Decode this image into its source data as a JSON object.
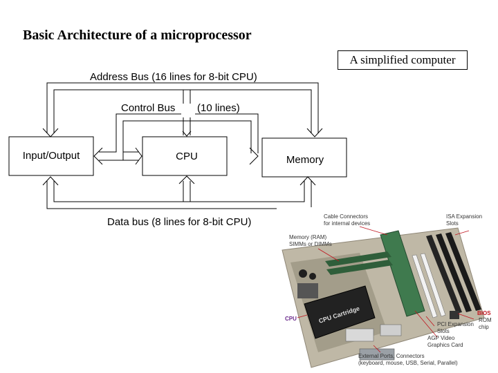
{
  "title": "Basic Architecture of a microprocessor",
  "caption": "A simplified computer",
  "diagram": {
    "address_bus": "Address Bus (16 lines for 8-bit CPU)",
    "control_bus": "Control Bus",
    "control_lines": "(10 lines)",
    "data_bus": "Data bus (8 lines for 8-bit CPU)",
    "io_block": "Input/Output",
    "cpu_block": "CPU",
    "memory_block": "Memory"
  },
  "photo": {
    "callouts": {
      "cable_connectors": [
        "Cable Connectors",
        "for internal devices"
      ],
      "isa_slots": [
        "ISA Expansion",
        "Slots"
      ],
      "memory": [
        "Memory (RAM)",
        "SIMMs or DIMMs"
      ],
      "bios": "BIOS",
      "rom_chip": [
        "ROM",
        "chip"
      ],
      "pci_slots": [
        "PCI Expansion",
        "Slots"
      ],
      "agp": [
        "AGP Video",
        "Graphics Card"
      ],
      "external_ports": [
        "External Ports, Connectors",
        "(keyboard, mouse, USB, Serial, Parallel)"
      ],
      "cpu": "CPU",
      "cpu_cartridge": "CPU Cartridge"
    }
  }
}
